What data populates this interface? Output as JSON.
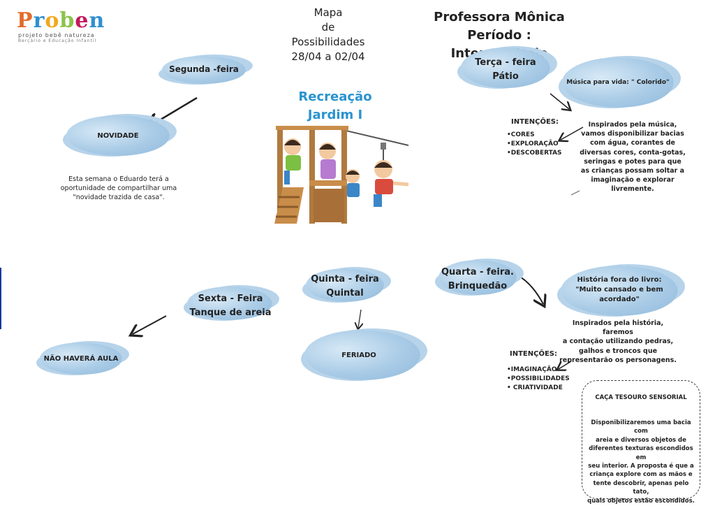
{
  "logo": {
    "text": "Proben",
    "tagline1": "projeto bebê natureza",
    "tagline2": "Berçário e Educação Infantil",
    "letters": [
      "P",
      "r",
      "o",
      "b",
      "e",
      "n"
    ],
    "colors": [
      "#e26b2b",
      "#2f8fd0",
      "#f2a81d",
      "#8bc34a",
      "#c2185b",
      "#2f8fd0"
    ]
  },
  "header": {
    "line1": "Mapa",
    "line2": "de",
    "line3": "Possibilidades",
    "dates": "28/04 a 02/04"
  },
  "teacher": {
    "name": "Professora Mônica",
    "period": "Período : Intermediário"
  },
  "center": {
    "line1": "Recreação",
    "line2": "Jardim I"
  },
  "monday": {
    "day": "Segunda -feira",
    "cloud": "NOVIDADE",
    "text1": "Esta semana o Eduardo terá a",
    "text2": "oportunidade de compartilhar uma",
    "text3": "\"novidade trazida de casa\"."
  },
  "tuesday": {
    "day": "Terça - feira",
    "place": "Pátio",
    "activity": "Música para vida: \" Colorido\"",
    "intentions_title": "INTENÇÕES:",
    "intentions": [
      "•CORES",
      "•EXPLORAÇÃO",
      "•DESCOBERTAS"
    ],
    "desc": [
      "Inspirados pela música,",
      "vamos disponibilizar bacias",
      "com água, corantes de",
      "diversas cores, conta-gotas,",
      "seringas e potes para que",
      "as crianças possam soltar a",
      "imaginação e explorar",
      "livremente."
    ]
  },
  "wednesday": {
    "day": "Quarta - feira.",
    "place": "Brinquedão",
    "activity1": "História fora do livro:",
    "activity2": "\"Muito cansado e bem",
    "activity3": "acordado\"",
    "desc": [
      "Inspirados pela história, faremos",
      "a contação utilizando pedras,",
      "galhos e troncos que",
      "representarão os personagens."
    ],
    "intentions_title": "INTENÇÕES:",
    "intentions": [
      "•IMAGINAÇÃO",
      "•POSSIBILIDADES",
      "• CRIATIVIDADE"
    ]
  },
  "thursday": {
    "day": "Quinta - feira",
    "place": "Quintal",
    "cloud": "FERIADO"
  },
  "friday": {
    "day": "Sexta - Feira",
    "place": "Tanque de areia",
    "cloud": "NÃO HAVERÁ AULA"
  },
  "treasure": {
    "title": "CAÇA TESOURO SENSORIAL",
    "text": [
      "Disponibilizaremos uma bacia com",
      "areia e diversos objetos de",
      "diferentes texturas escondidos em",
      "seu interior. A proposta é que a",
      "criança explore com as mãos e",
      "tente descobrir, apenas pelo tato,",
      "quais objetos estão escondidos."
    ]
  }
}
